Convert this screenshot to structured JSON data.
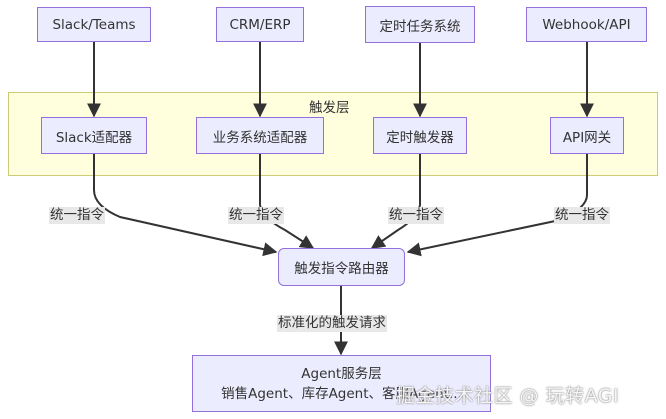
{
  "sources": [
    {
      "id": "slack-teams",
      "label": "Slack/Teams"
    },
    {
      "id": "crm-erp",
      "label": "CRM/ERP"
    },
    {
      "id": "scheduler-system",
      "label": "定时任务系统"
    },
    {
      "id": "webhook-api",
      "label": "Webhook/API"
    }
  ],
  "trigger_layer": {
    "title": "触发层",
    "adapters": [
      {
        "id": "slack-adapter",
        "label": "Slack适配器"
      },
      {
        "id": "business-adapter",
        "label": "业务系统适配器"
      },
      {
        "id": "timer-trigger",
        "label": "定时触发器"
      },
      {
        "id": "api-gateway",
        "label": "API网关"
      }
    ]
  },
  "edge_labels": {
    "unified": [
      "统一指令",
      "统一指令",
      "统一指令",
      "统一指令"
    ],
    "standardized": "标准化的触发请求"
  },
  "router": {
    "label": "触发指令路由器"
  },
  "agent_layer": {
    "title": "Agent服务层",
    "subtitle": "销售Agent、库存Agent、客服Agent..."
  },
  "watermark": "掘金技术社区 @ 玩转AGI",
  "colors": {
    "node_fill": "#ECECFF",
    "node_border": "#9370DB",
    "cluster_fill": "#ffffde",
    "cluster_border": "#cccc77",
    "edge": "#333333",
    "label_bg": "#e8e8e8"
  }
}
